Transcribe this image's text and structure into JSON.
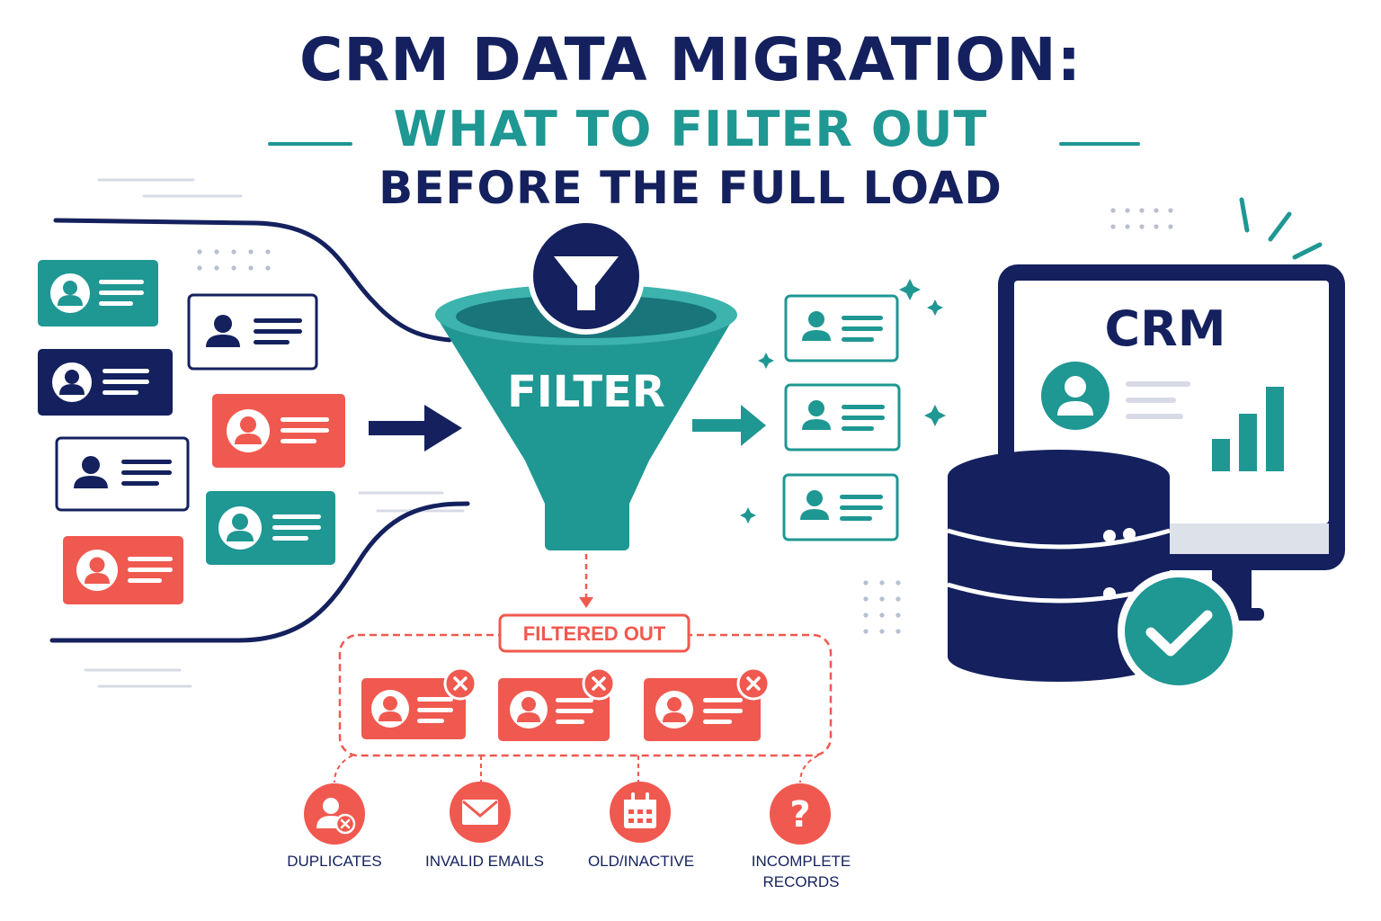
{
  "title": {
    "line1": "CRM DATA MIGRATION:",
    "line2": "WHAT TO FILTER OUT",
    "line3": "BEFORE THE FULL LOAD"
  },
  "funnel": {
    "label": "FILTER",
    "icon": "filter-icon"
  },
  "crm": {
    "label": "CRM",
    "status_icon": "checkmark-icon"
  },
  "filtered_out": {
    "label": "FILTERED OUT"
  },
  "categories": [
    {
      "line1": "DUPLICATES",
      "line2": "",
      "icon": "user-x-icon"
    },
    {
      "line1": "INVALID EMAILS",
      "line2": "",
      "icon": "envelope-icon"
    },
    {
      "line1": "OLD/INACTIVE",
      "line2": "",
      "icon": "calendar-icon"
    },
    {
      "line1": "INCOMPLETE",
      "line2": "RECORDS",
      "icon": "question-icon"
    }
  ],
  "colors": {
    "navy": "#14215e",
    "teal": "#1f9793",
    "red": "#f0594f",
    "light_gray": "#dde1ea"
  }
}
